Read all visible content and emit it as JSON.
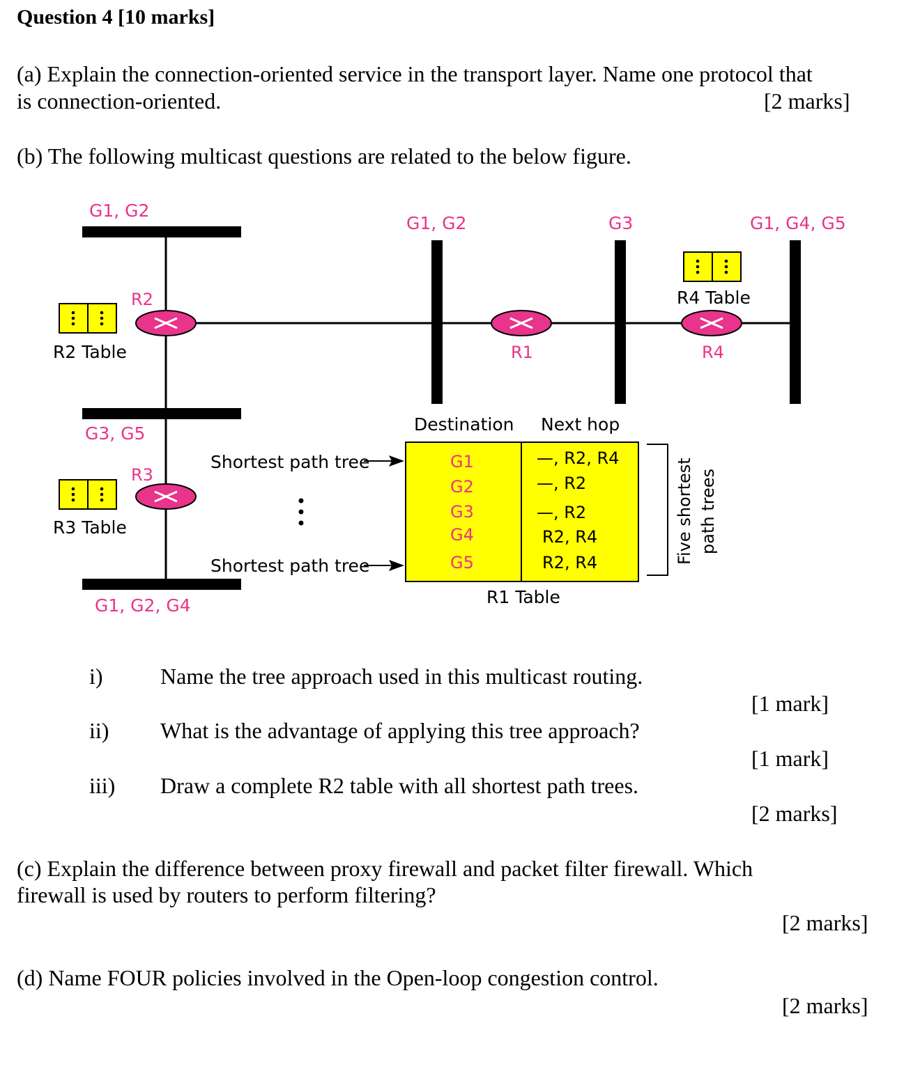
{
  "question": {
    "title": "Question 4 [10 marks]"
  },
  "part_a": {
    "line1": "(a) Explain the connection-oriented service in the transport layer. Name one protocol that",
    "line2": "is connection-oriented.",
    "marks": "[2 marks]"
  },
  "part_b": {
    "intro": "(b) The following multicast questions are related to the below figure.",
    "subquestions": [
      {
        "num": "i)",
        "text": "Name the tree approach used in this multicast routing.",
        "marks": "[1 mark]"
      },
      {
        "num": "ii)",
        "text": "What is the advantage of applying this tree approach?",
        "marks": "[1 mark]"
      },
      {
        "num": "iii)",
        "text": "Draw a complete R2 table with all shortest path trees.",
        "marks": "[2 marks]"
      }
    ]
  },
  "part_c": {
    "line1": "(c) Explain the difference between proxy firewall and packet filter firewall. Which",
    "line2": "firewall is used by routers to perform filtering?",
    "marks": "[2 marks]"
  },
  "part_d": {
    "line1": "(d) Name FOUR policies involved in the Open-loop congestion control.",
    "marks": "[2 marks]"
  },
  "figure": {
    "colors": {
      "group": "#e8348a",
      "router": "#e8348a",
      "table_fill": "#ffff00",
      "line": "#000000"
    },
    "groups": {
      "top_left": "G1, G2",
      "middle_left": "G3, G5",
      "bottom_left": "G1, G2, G4",
      "net_center": "G1, G2",
      "net_g3": "G3",
      "net_right": "G1, G4, G5"
    },
    "routers": {
      "r1": "R1",
      "r2": "R2",
      "r3": "R3",
      "r4": "R4"
    },
    "small_tables": {
      "r2": "R2 Table",
      "r3": "R3 Table",
      "r4": "R4 Table"
    },
    "r1_table": {
      "caption": "R1 Table",
      "headers": [
        "Destination",
        "Next hop"
      ],
      "rows": [
        {
          "dest": "G1",
          "hop": "—, R2, R4"
        },
        {
          "dest": "G2",
          "hop": "—, R2"
        },
        {
          "dest": "G3",
          "hop": "—, R2"
        },
        {
          "dest": "G4",
          "hop": "R2, R4"
        },
        {
          "dest": "G5",
          "hop": "R2, R4"
        }
      ]
    },
    "spt_labels": {
      "top": "Shortest path tree",
      "bottom": "Shortest path tree"
    },
    "bracket_label": {
      "line1": "Five shortest",
      "line2": "path trees"
    }
  }
}
